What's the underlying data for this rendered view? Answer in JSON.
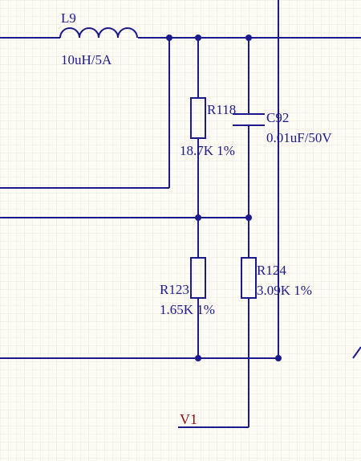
{
  "schematic": {
    "grid_color": "#ebe8dc",
    "wire_color": "#1a1a8c",
    "net_label_color": "#8a1010",
    "components": {
      "l9": {
        "designator": "L9",
        "value": "10uH/5A"
      },
      "r118": {
        "designator": "R118",
        "value": "18.7K 1%"
      },
      "c92": {
        "designator": "C92",
        "value": "0.01uF/50V"
      },
      "r123": {
        "designator": "R123",
        "value": "1.65K 1%"
      },
      "r124": {
        "designator": "R124",
        "value": "3.09K 1%"
      }
    },
    "net_labels": {
      "v1": "V1"
    }
  }
}
